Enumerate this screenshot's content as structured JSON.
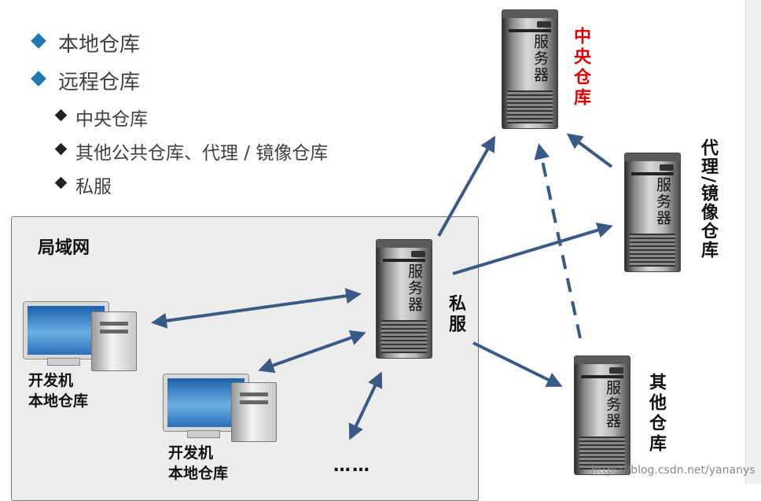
{
  "bullets": {
    "local_repo": "本地仓库",
    "remote_repo": "远程仓库",
    "central_repo": "中央仓库",
    "other_public": "其他公共仓库、代理 / 镜像仓库",
    "private_server": "私服"
  },
  "lan": {
    "title": "局域网"
  },
  "servers": {
    "label": "服务器",
    "central_label": "中央仓库",
    "proxy_label": "代理/镜像仓库",
    "private_label": "私服",
    "other_label": "其他仓库"
  },
  "clients": {
    "dev1_line1": "开发机",
    "dev1_line2": "本地仓库",
    "dev2_line1": "开发机",
    "dev2_line2": "本地仓库",
    "more": "……"
  },
  "watermark": "https://blog.csdn.net/yananys",
  "colors": {
    "arrow": "#3a5a85",
    "bullet_accent": "#1f77b4",
    "central_text": "#e00000"
  }
}
